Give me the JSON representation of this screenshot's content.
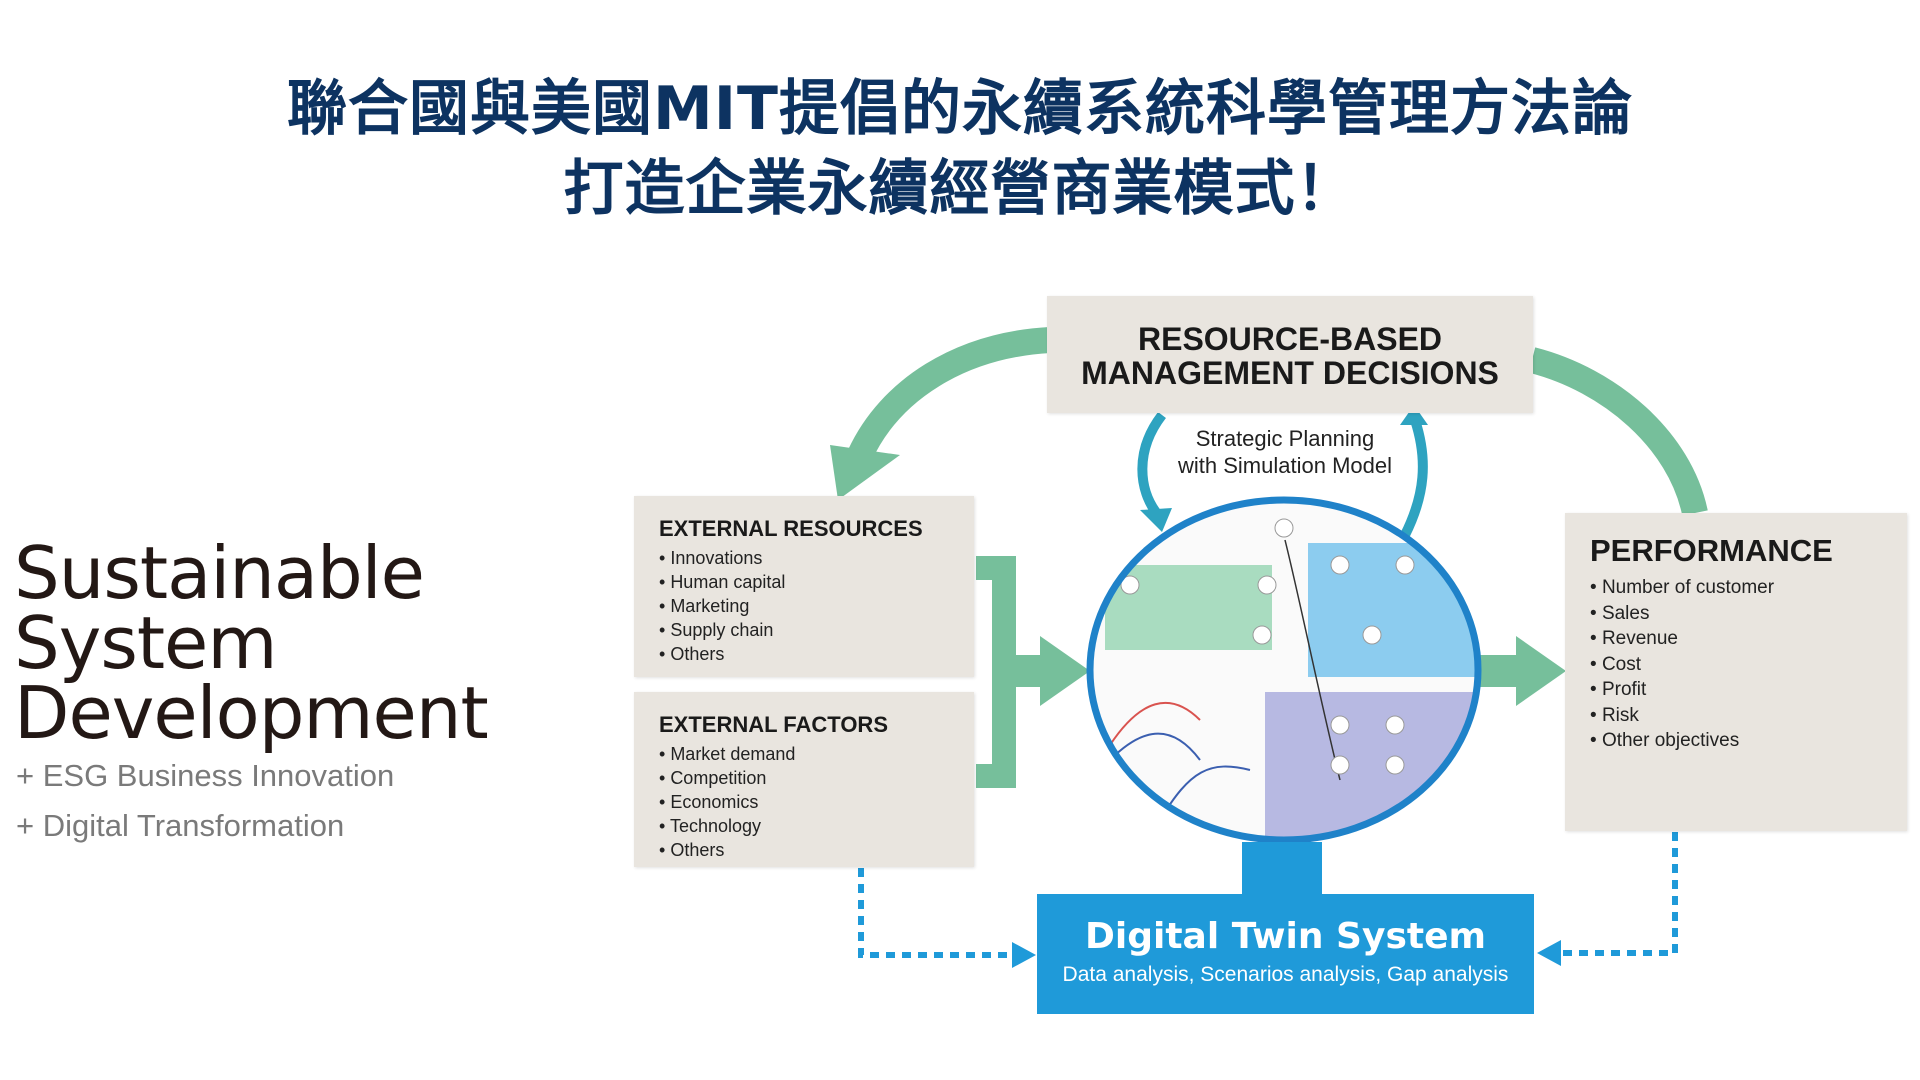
{
  "header": {
    "title_line1": "聯合國與美國MIT提倡的永續系統科學管理方法論",
    "title_line2": "打造企業永續經營商業模式！"
  },
  "left_panel": {
    "title_lines": [
      "Sustainable",
      "System",
      "Development"
    ],
    "subtitles": [
      "+ ESG Business Innovation",
      "+ Digital Transformation"
    ]
  },
  "diagram": {
    "decisions": {
      "line1": "RESOURCE-BASED",
      "line2": "MANAGEMENT DECISIONS"
    },
    "strategic_planning": {
      "line1": "Strategic Planning",
      "line2": "with Simulation Model"
    },
    "external_resources": {
      "title": "EXTERNAL RESOURCES",
      "items": [
        "Innovations",
        "Human capital",
        "Marketing",
        "Supply chain",
        "Others"
      ]
    },
    "external_factors": {
      "title": "EXTERNAL FACTORS",
      "items": [
        "Market demand",
        "Competition",
        "Economics",
        "Technology",
        "Others"
      ]
    },
    "performance": {
      "title": "PERFORMANCE",
      "items": [
        "Number of customer",
        "Sales",
        "Revenue",
        "Cost",
        "Profit",
        "Risk",
        "Other objectives"
      ]
    },
    "digital_twin": {
      "title": "Digital Twin System",
      "subtitle": "Data analysis, Scenarios analysis, Gap analysis"
    },
    "colors": {
      "title": "#0d3361",
      "green_arrow": "#76bf9b",
      "teal_arrow": "#2ea3c0",
      "blue": "#1f9ad9",
      "box_bg": "#e9e5df"
    }
  }
}
